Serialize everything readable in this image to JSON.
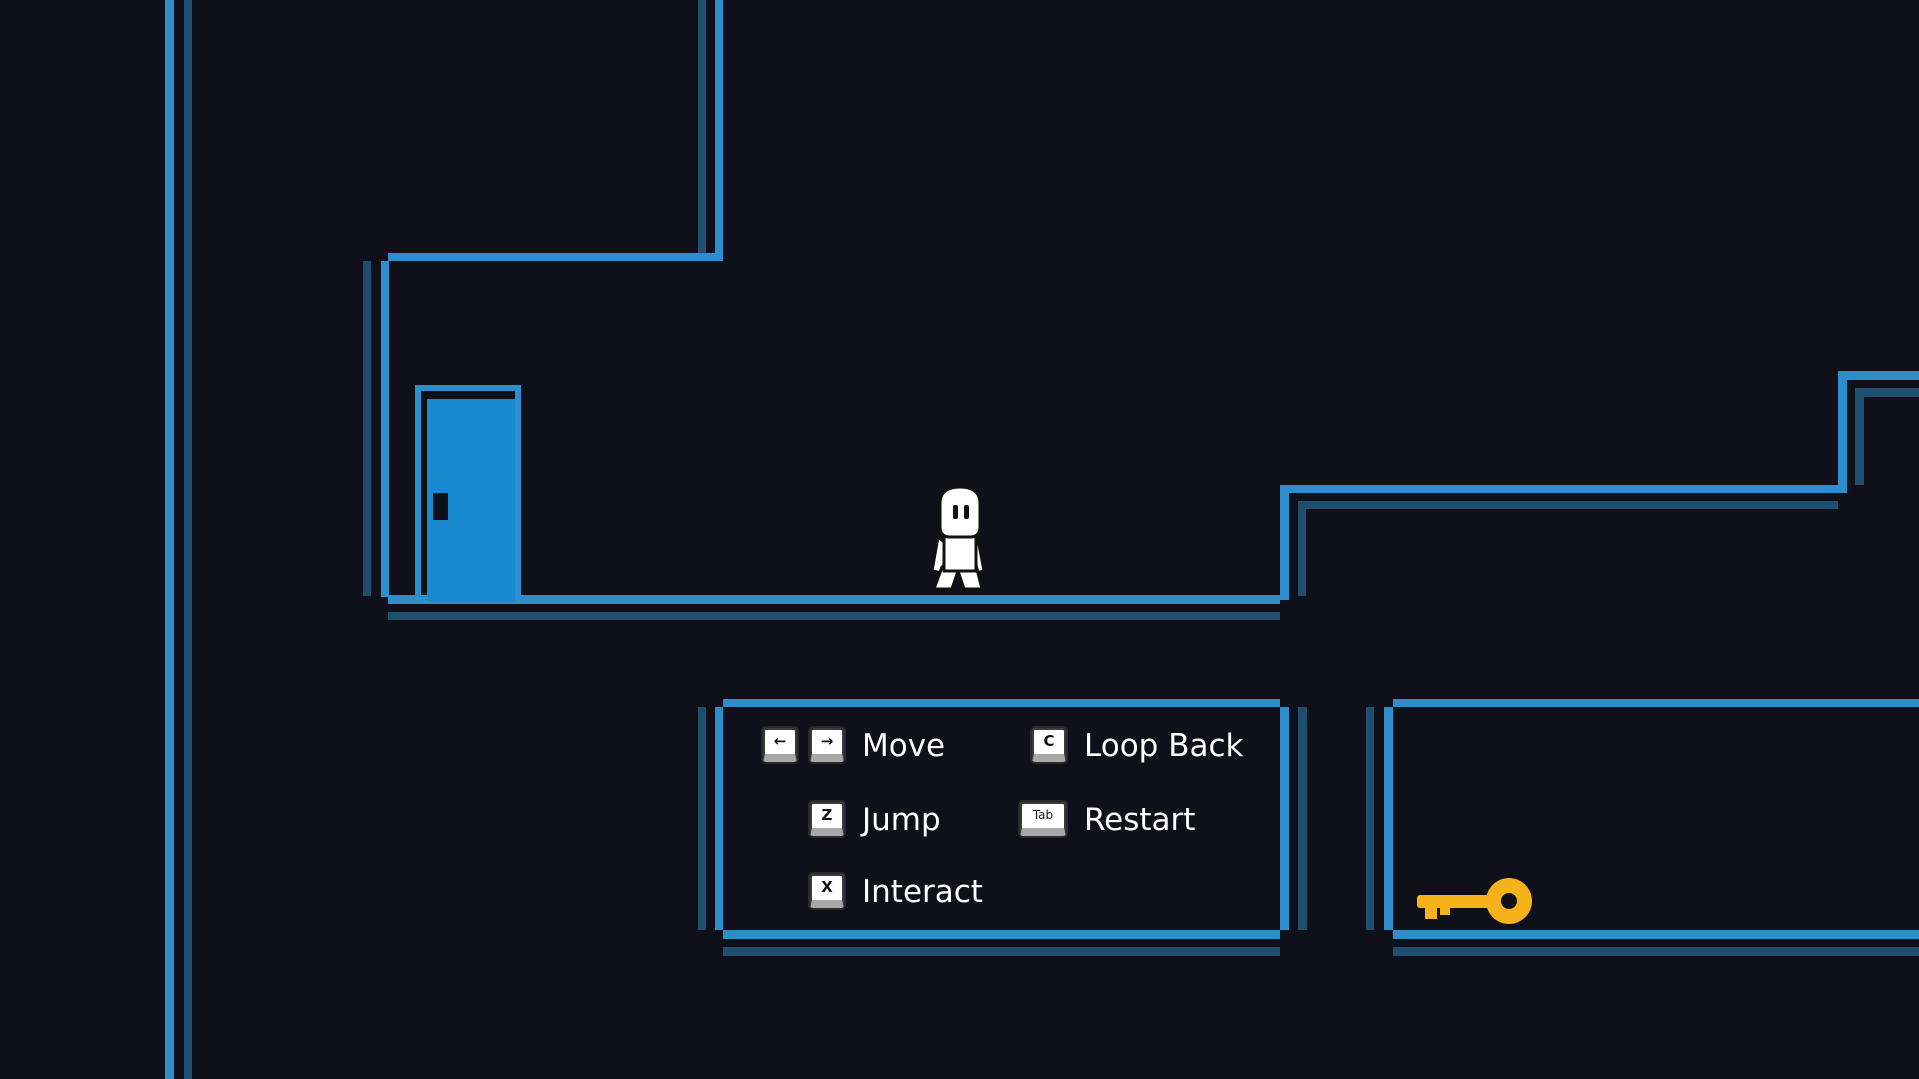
{
  "colors": {
    "wall": "#2e8dcb",
    "wall_shadow": "#1f4f6e",
    "background": "#10101a",
    "door": "#1a8ad0",
    "key_item": "#f6b21b"
  },
  "controls": [
    {
      "keys": [
        "←",
        "→"
      ],
      "label": "Move"
    },
    {
      "keys": [
        "C"
      ],
      "label": "Loop Back"
    },
    {
      "keys": [
        "Z"
      ],
      "label": "Jump"
    },
    {
      "keys": [
        "Tab"
      ],
      "label": "Restart"
    },
    {
      "keys": [
        "X"
      ],
      "label": "Interact"
    }
  ]
}
